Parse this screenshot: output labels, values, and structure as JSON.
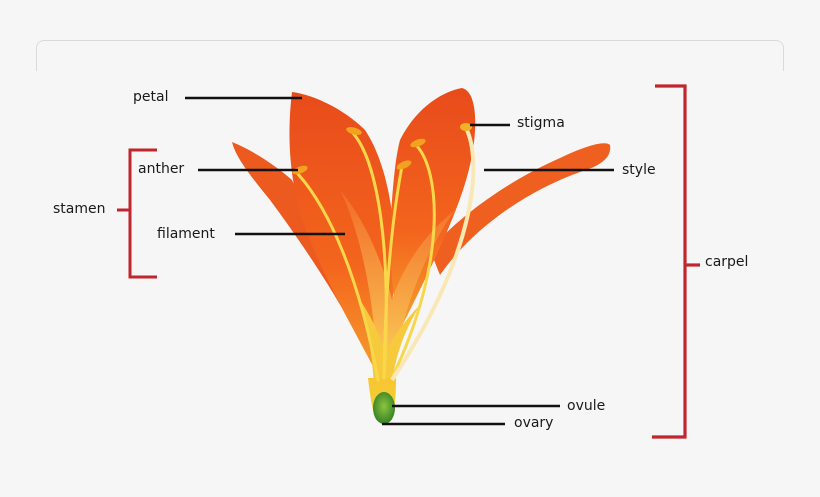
{
  "labels": {
    "petal": "petal",
    "anther": "anther",
    "stamen": "stamen",
    "filament": "filament",
    "stigma": "stigma",
    "style": "style",
    "carpel": "carpel",
    "ovule": "ovule",
    "ovary": "ovary"
  },
  "colors": {
    "bracket": "#c0262d",
    "leader": "#111111",
    "petal_dark": "#e2461a",
    "petal_mid": "#f3691f",
    "petal_light": "#fb9a3a",
    "filament": "#f7d23a",
    "pollen": "#f1a320",
    "ovary": "#3f8d2c"
  }
}
